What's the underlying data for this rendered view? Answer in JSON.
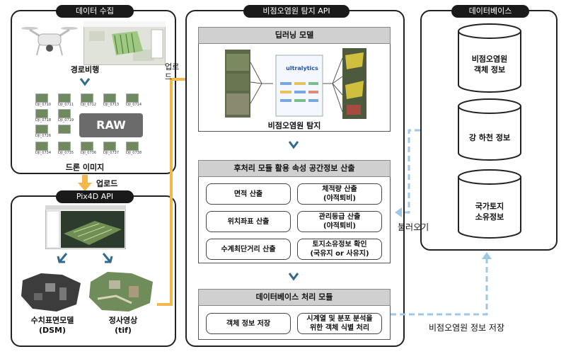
{
  "collect": {
    "title": "데이터 수집",
    "flight_label": "경로비행",
    "raw_label": "RAW",
    "images_label": "드론 이미지",
    "upload_label": "업로드",
    "file_labels": [
      "DJI_0710",
      "DJI_0711",
      "DJI_0712",
      "DJI_0713",
      "DJI_0714",
      "DJI_0718",
      "DJI_0719",
      "DJI_0726",
      "DJI_0734",
      "DJI_0735",
      "DJI_0736",
      "DJI_0737",
      "DJI_0738"
    ]
  },
  "pix4d": {
    "title": "Pix4D API",
    "dsm_label_1": "수치표면모델",
    "dsm_label_2": "(DSM)",
    "ortho_label_1": "정사영상",
    "ortho_label_2": "(tif)"
  },
  "detect_api": {
    "title": "비점오염원 탐지 API",
    "upload_label_1": "업로",
    "upload_label_2": "드",
    "deep_learning": {
      "title": "딥러닝 모델",
      "brand": "ultralytics",
      "caption": "비점오염원 탐지"
    },
    "postprocess": {
      "title": "후처리 모듈 활용 속성 공간정보 산출",
      "cells": [
        {
          "line1": "면적 산출",
          "line2": ""
        },
        {
          "line1": "체적량 산출",
          "line2": "(야적퇴비)"
        },
        {
          "line1": "위치좌표 산출",
          "line2": ""
        },
        {
          "line1": "관리등급 산출",
          "line2": "(야적퇴비)"
        },
        {
          "line1": "수계최단거리 산출",
          "line2": ""
        },
        {
          "line1": "토지소유정보 확인",
          "line2": "(국유지 or 사유지)"
        }
      ]
    },
    "db_module": {
      "title": "데이터베이스 처리 모듈",
      "cells": [
        {
          "line1": "객체 정보 저장",
          "line2": ""
        },
        {
          "line1": "시계열 및 분포 분석을",
          "line2": "위한 객체 식별 처리"
        }
      ]
    }
  },
  "database": {
    "title": "데이터베이스",
    "stores": [
      {
        "line1": "비점오염원",
        "line2": "객체 정보"
      },
      {
        "line1": "강 하천 정보",
        "line2": ""
      },
      {
        "line1": "국가토지",
        "line2": "소유정보"
      }
    ],
    "load_label": "불러오기",
    "save_label": "비점오염원 정보 저장"
  },
  "colors": {
    "arrow_blue": "#2e6b8f",
    "upload_orange": "#f2b84b",
    "dash_blue": "#9fc8e6",
    "title_bg": "#1a1a1a",
    "bar_gray": "#d0d0d0"
  }
}
